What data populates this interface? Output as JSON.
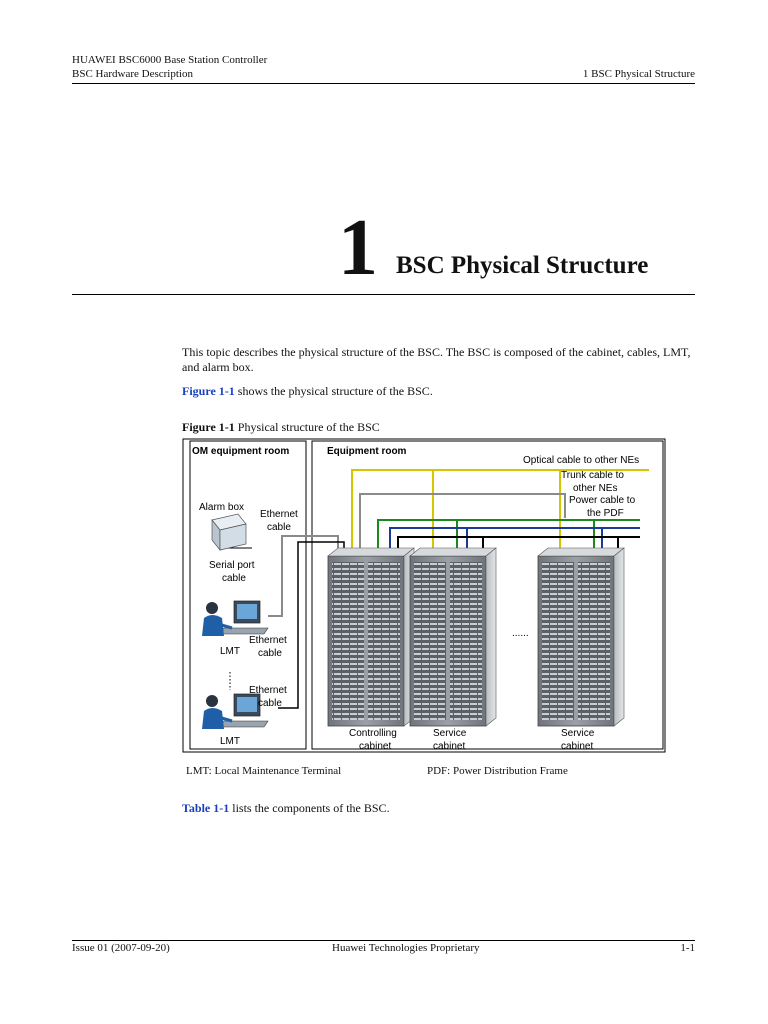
{
  "header": {
    "product": "HUAWEI BSC6000 Base Station Controller",
    "doc": "BSC Hardware Description",
    "section": "1 BSC Physical Structure"
  },
  "chapter": {
    "number": "1",
    "title": "BSC Physical Structure"
  },
  "body": {
    "intro": "This topic describes the physical structure of the BSC. The BSC is composed of the cabinet, cables, LMT, and alarm box.",
    "figure_ref": "Figure 1-1",
    "figure_ref_rest": " shows the physical structure of the BSC.",
    "figure_caption_label": "Figure 1-1",
    "figure_caption_text": " Physical structure of the BSC",
    "table_ref": "Table 1-1",
    "table_ref_rest": " lists the components of the BSC."
  },
  "figure": {
    "om_room": "OM equipment room",
    "equip_room": "Equipment room",
    "optical": "Optical cable to other NEs",
    "trunk1": "Trunk cable to",
    "trunk2": "other NEs",
    "power1": "Power cable to",
    "power2": "the PDF",
    "alarm_box": "Alarm box",
    "eth_top1": "Ethernet",
    "eth_top2": "cable",
    "serial1": "Serial port",
    "serial2": "cable",
    "eth_mid1": "Ethernet",
    "eth_mid2": "cable",
    "eth_low1": "Ethernet",
    "eth_low2": "cable",
    "lmt1": "LMT",
    "lmt2": "LMT",
    "ctrl1": "Controlling",
    "ctrl2": "cabinet",
    "svc1a": "Service",
    "svc1b": "cabinet",
    "svc2a": "Service",
    "svc2b": "cabinet",
    "ellipsis": "......",
    "legend_lmt": "LMT: Local Maintenance Terminal",
    "legend_pdf": "PDF: Power Distribution Frame",
    "colors": {
      "optical": "#d6c600",
      "trunk": "#1a8a1a",
      "power": "#000000",
      "ethernet": "#8a8a8a"
    }
  },
  "footer": {
    "issue": "Issue 01 (2007-09-20)",
    "company": "Huawei Technologies Proprietary",
    "page": "1-1"
  }
}
